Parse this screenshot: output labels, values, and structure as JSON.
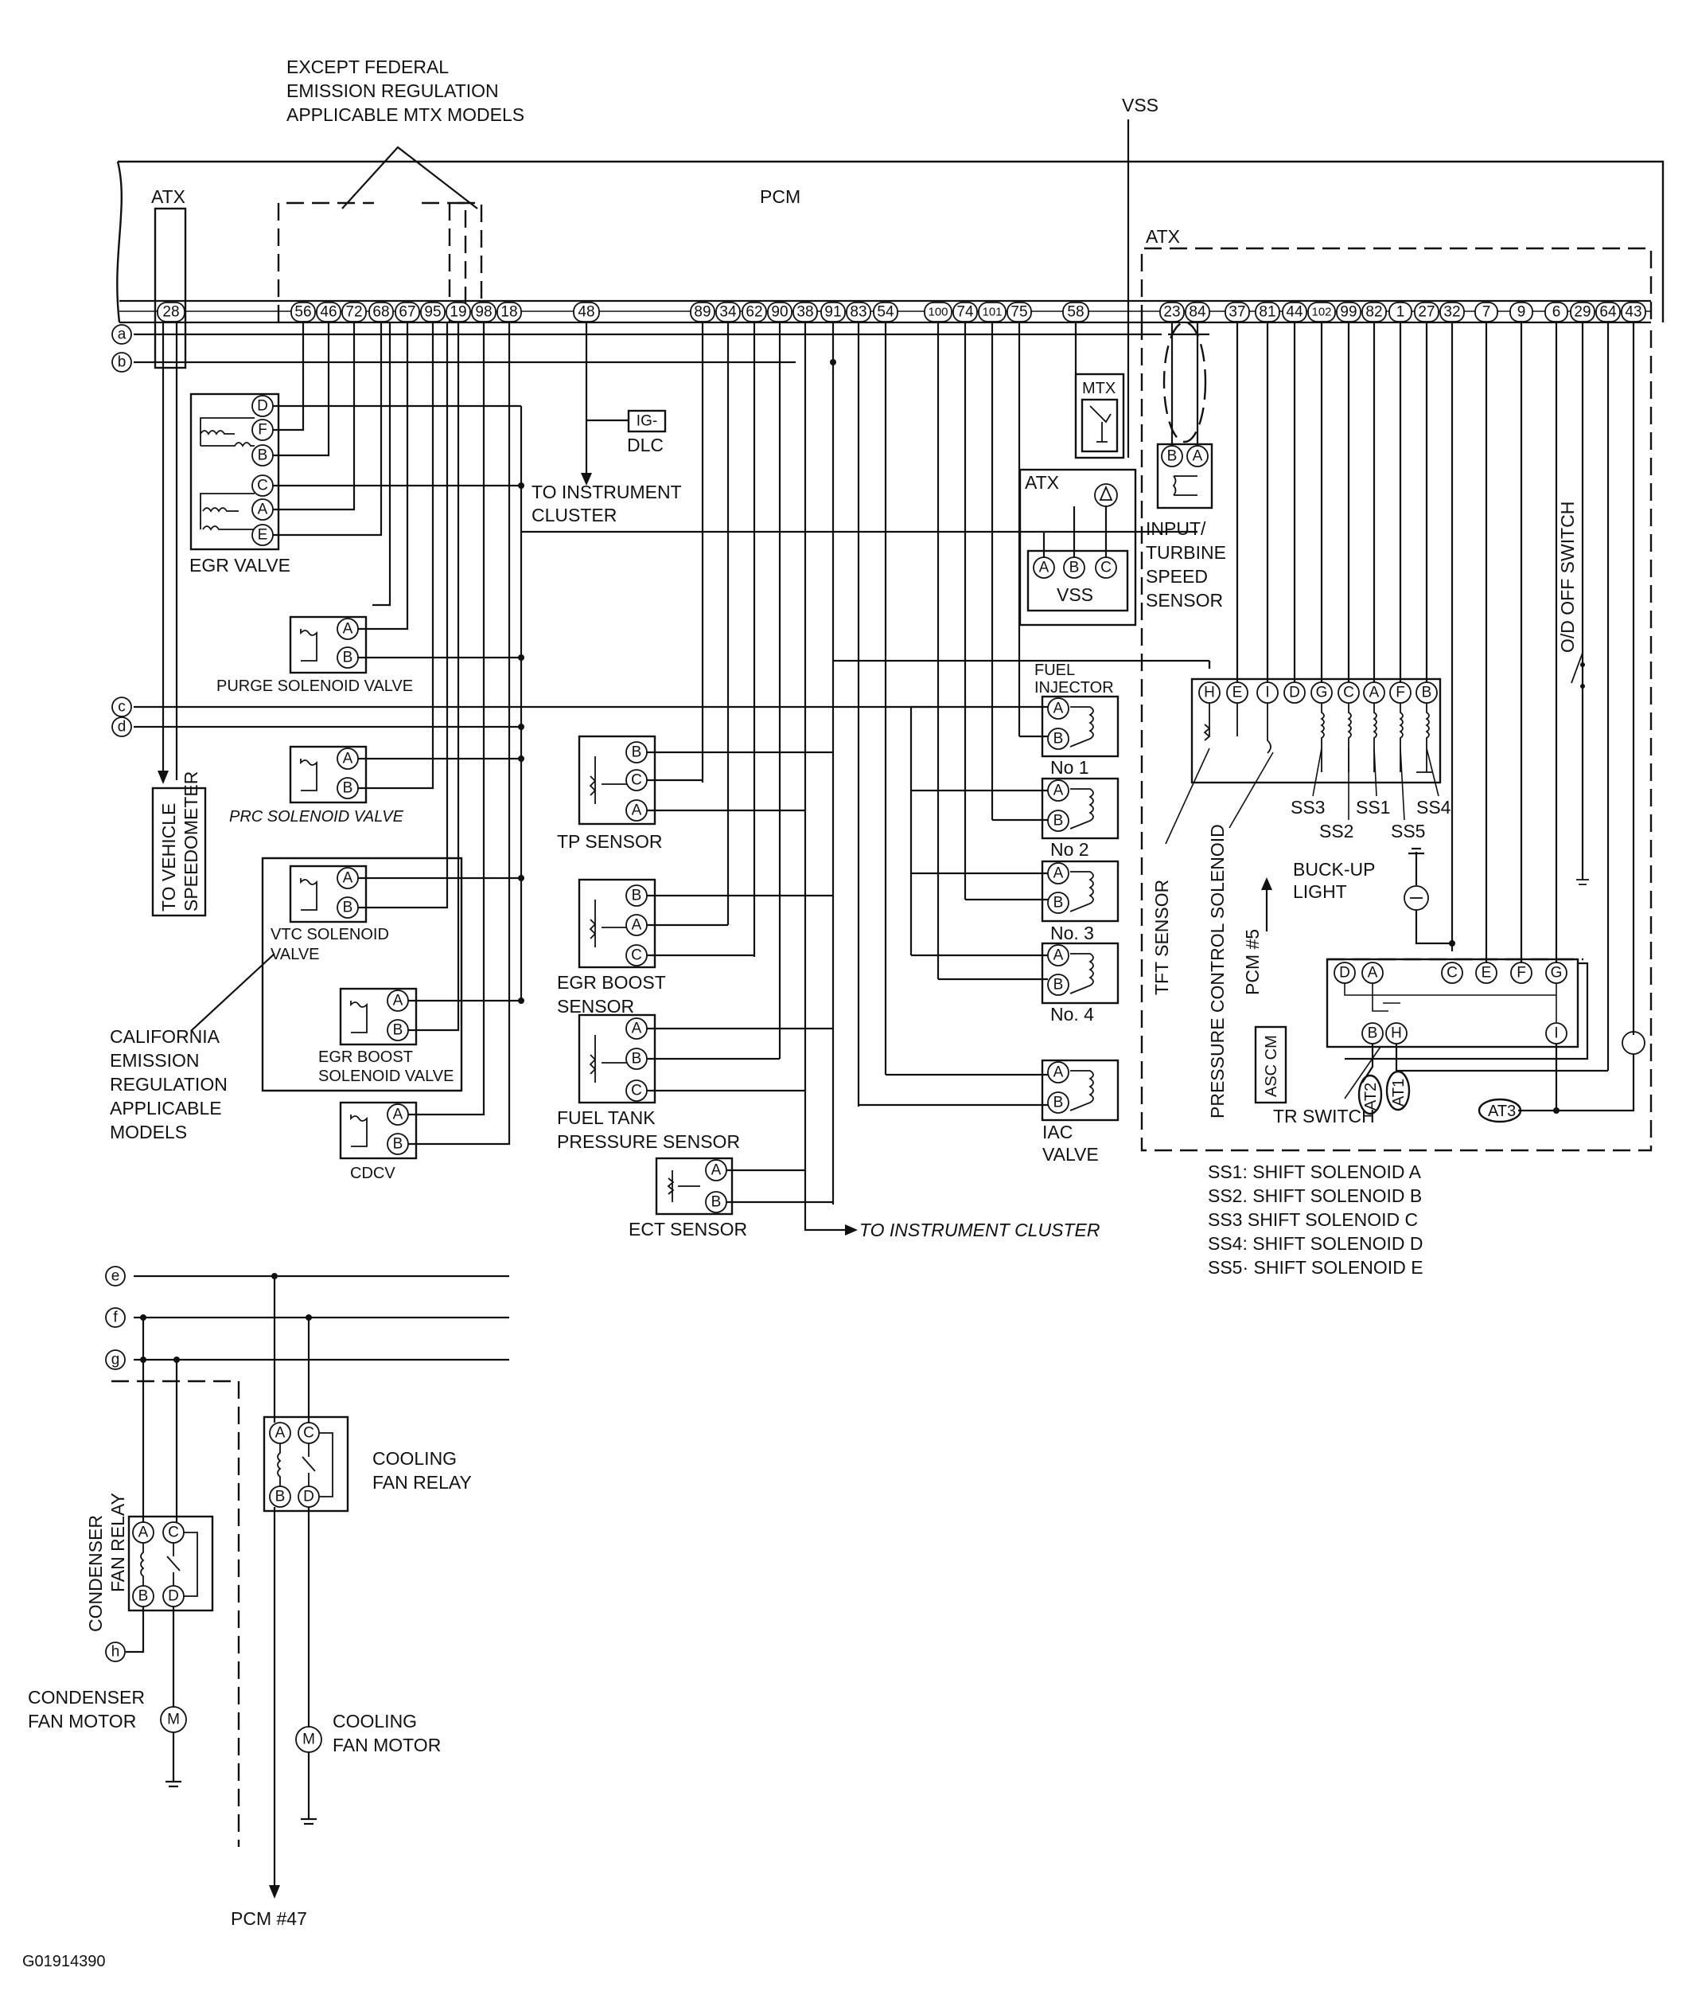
{
  "header_note": [
    "EXCEPT FEDERAL",
    "EMISSION REGULATION",
    "APPLICABLE MTX MODELS"
  ],
  "pcm_label": "PCM",
  "vss_top_label": "VSS",
  "atx_left_label": "ATX",
  "atx_right_label": "ATX",
  "pcm_pins_left": [
    "28",
    "56",
    "46",
    "72",
    "68",
    "67",
    "95",
    "19",
    "98",
    "18",
    "48"
  ],
  "pcm_pins_mid": [
    "89",
    "34",
    "62",
    "90",
    "38",
    "91",
    "83",
    "54",
    "100",
    "74",
    "101",
    "75",
    "58"
  ],
  "pcm_pins_right": [
    "23",
    "84",
    "37",
    "81",
    "44",
    "102",
    "99",
    "82",
    "1",
    "27",
    "32",
    "7",
    "9",
    "6",
    "29",
    "64",
    "43"
  ],
  "side_connectors": [
    "a",
    "b",
    "c",
    "d",
    "e",
    "f",
    "g",
    "h"
  ],
  "components": {
    "egr_valve": {
      "label": "EGR VALVE",
      "pins": [
        "D",
        "F",
        "B",
        "C",
        "A",
        "E"
      ]
    },
    "purge": {
      "label": "PURGE SOLENOID VALVE",
      "pins": [
        "A",
        "B"
      ]
    },
    "prc": {
      "label": "PRC SOLENOID VALVE",
      "pins": [
        "A",
        "B"
      ]
    },
    "vtc": {
      "label_lines": [
        "VTC SOLENOID",
        "VALVE"
      ],
      "pins": [
        "A",
        "B"
      ]
    },
    "egr_boost_sol": {
      "label_lines": [
        "EGR BOOST",
        "SOLENOID VALVE"
      ],
      "pins": [
        "A",
        "B"
      ]
    },
    "cdcv": {
      "label": "CDCV",
      "pins": [
        "A",
        "B"
      ]
    },
    "vehicle_speedometer": [
      "TO VEHICLE",
      "SPEEDOMETER"
    ],
    "california_note": [
      "CALIFORNIA",
      "EMISSION",
      "REGULATION",
      "APPLICABLE",
      "MODELS"
    ],
    "dlc": {
      "pin": "IG-",
      "label": "DLC"
    },
    "to_instrument_cluster_1": [
      "TO INSTRUMENT",
      "CLUSTER"
    ],
    "tp_sensor": {
      "label": "TP SENSOR",
      "pins": [
        "B",
        "C",
        "A"
      ]
    },
    "egr_boost_sensor": {
      "label_lines": [
        "EGR BOOST",
        "SENSOR"
      ],
      "pins": [
        "B",
        "A",
        "C"
      ]
    },
    "fuel_tank_sensor": {
      "label_lines": [
        "FUEL TANK",
        "PRESSURE SENSOR"
      ],
      "pins": [
        "A",
        "B",
        "C"
      ]
    },
    "ect_sensor": {
      "label": "ECT SENSOR",
      "pins": [
        "A",
        "B"
      ]
    },
    "to_instrument_cluster_2": "TO INSTRUMENT CLUSTER",
    "fuel_injector_title": [
      "FUEL",
      "INJECTOR"
    ],
    "injectors": [
      "No 1",
      "No 2",
      "No. 3",
      "No. 4"
    ],
    "injector_pins": [
      "A",
      "B"
    ],
    "iac": {
      "label_lines": [
        "IAC",
        "VALVE"
      ],
      "pins": [
        "A",
        "B"
      ]
    },
    "mtx_box": "MTX",
    "atx_vss_box": "ATX",
    "vss": {
      "label": "VSS",
      "pins": [
        "A",
        "B",
        "C"
      ]
    },
    "input_turbine": {
      "label_lines": [
        "INPUT/",
        "TURBINE",
        "SPEED",
        "SENSOR"
      ],
      "pins": [
        "B",
        "A"
      ]
    },
    "solenoid_block_pins": [
      "H",
      "E",
      "I",
      "D",
      "G",
      "C",
      "A",
      "F",
      "B"
    ],
    "ss_labels": [
      "SS3",
      "SS1",
      "SS4",
      "SS2",
      "SS5"
    ],
    "tft_sensor": "TFT SENSOR",
    "pressure_control": "PRESSURE CONTROL SOLENOID",
    "pcm5": "PCM #5",
    "asc_cm": "ASC CM",
    "backup_light": [
      "BUCK-UP",
      "LIGHT"
    ],
    "od_off_switch": "O/D OFF SWITCH",
    "tr_switch": {
      "label": "TR SWITCH",
      "top_pins": [
        "D",
        "A",
        "C",
        "E",
        "F",
        "G"
      ],
      "bottom_pins": [
        "B",
        "H",
        "I"
      ]
    },
    "at_labels": [
      "AT2",
      "AT1",
      "AT3"
    ],
    "legend": [
      "SS1: SHIFT SOLENOID A",
      "SS2. SHIFT SOLENOID B",
      "SS3  SHIFT SOLENOID C",
      "SS4: SHIFT SOLENOID D",
      "SS5· SHIFT SOLENOID E"
    ],
    "cooling_fan_relay": {
      "label_lines": [
        "COOLING",
        "FAN RELAY"
      ],
      "pins": [
        "A",
        "C",
        "B",
        "D"
      ]
    },
    "condenser_fan_relay": {
      "label_lines": [
        "CONDENSER",
        "FAN RELAY"
      ],
      "pins": [
        "A",
        "C",
        "B",
        "D"
      ]
    },
    "condenser_fan_motor": [
      "CONDENSER",
      "FAN MOTOR"
    ],
    "cooling_fan_motor": [
      "COOLING",
      "FAN MOTOR"
    ],
    "motor_symbol": "M",
    "pcm47": "PCM #47"
  },
  "figure_id": "G01914390"
}
